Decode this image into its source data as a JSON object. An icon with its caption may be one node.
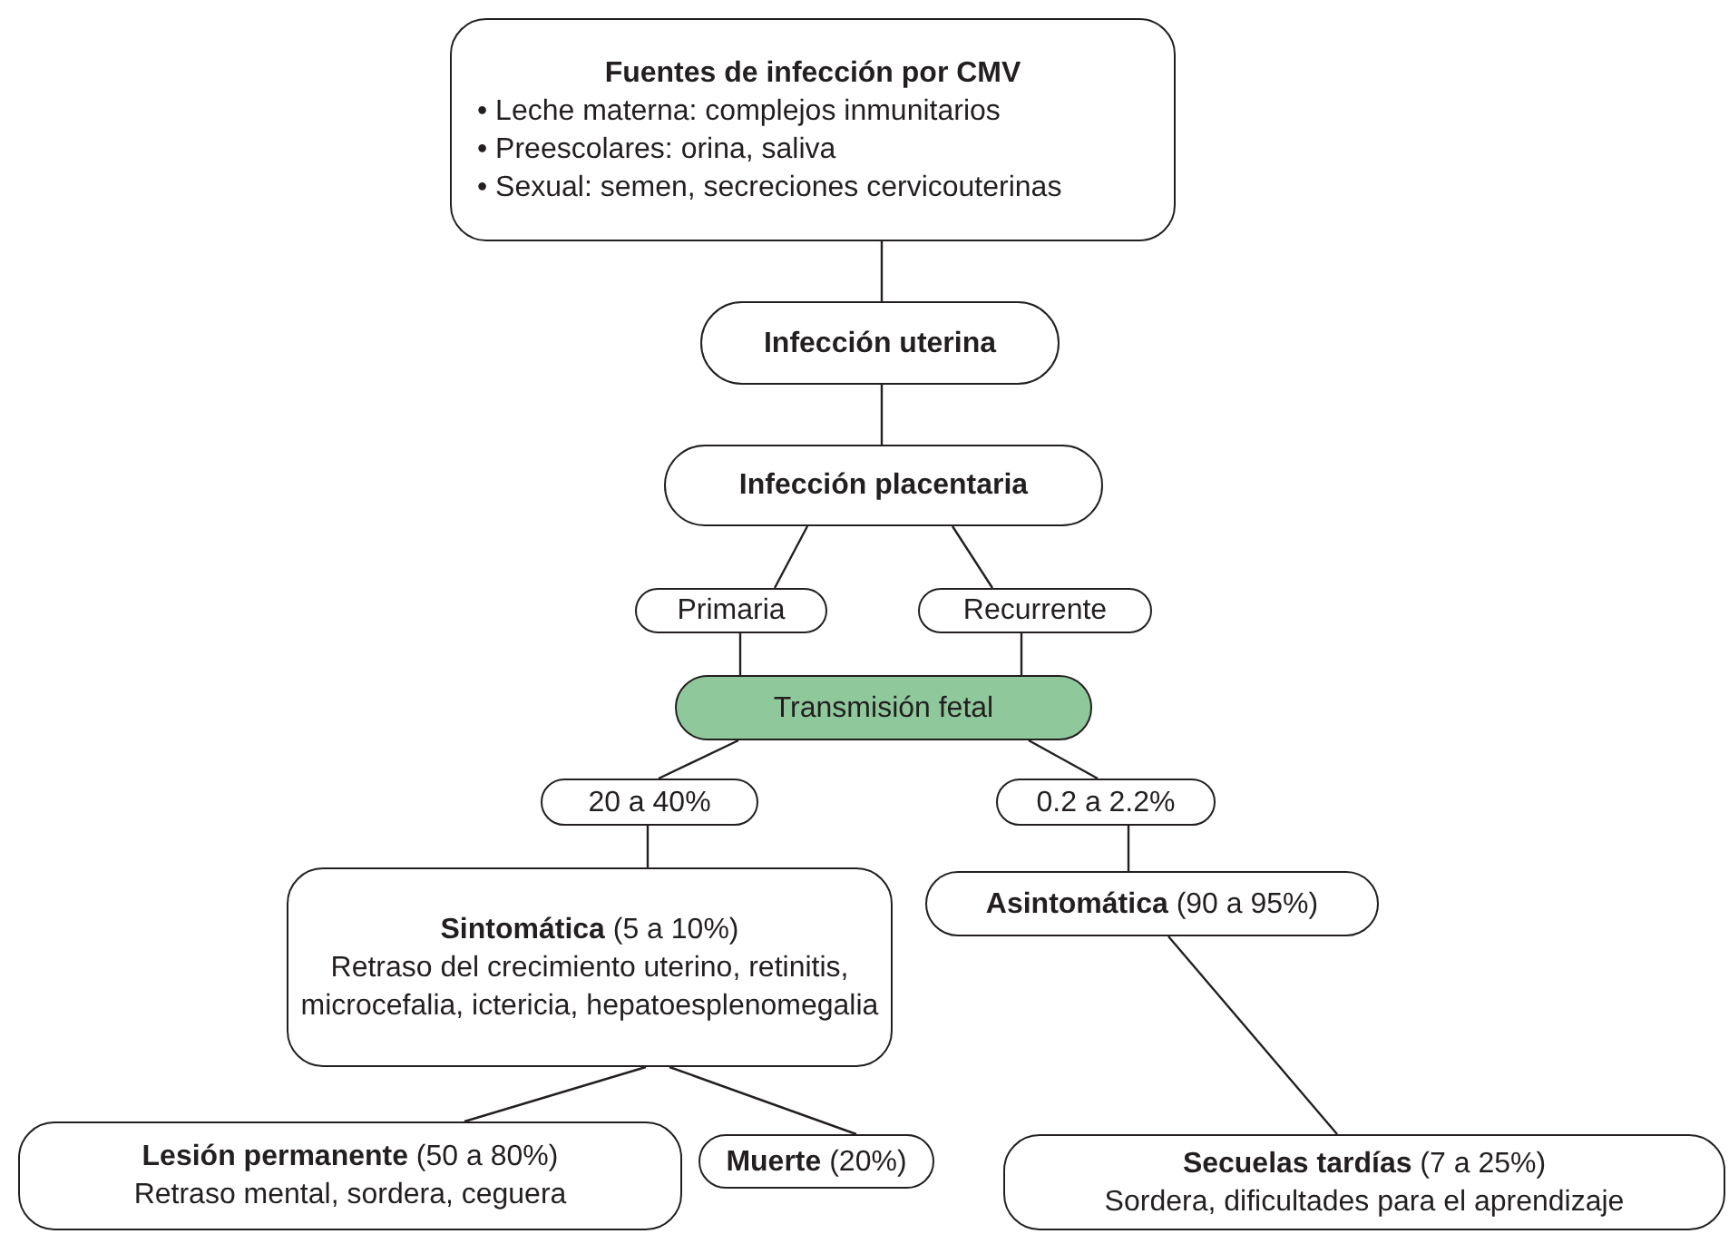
{
  "diagram": {
    "nodes": [
      {
        "text": [
          "Fuentes de infección por CMV",
          "• Leche materna: complejos inmunitarios",
          "• Preescolares: orina, saliva",
          "• Sexual: semen, secreciones cervicouterinas"
        ]
      },
      {
        "text": [
          "Infección uterina"
        ]
      },
      {
        "text": [
          "Infección placentaria"
        ]
      },
      {
        "text": [
          "Primaria"
        ]
      },
      {
        "text": [
          "Recurrente"
        ]
      },
      {
        "text": [
          "Transmisión fetal"
        ]
      },
      {
        "text": [
          "20 a 40%"
        ]
      },
      {
        "text": [
          "0.2 a 2.2%"
        ]
      },
      {
        "text": [
          "**Sintomática** (5 a 10%)",
          "Retraso del crecimiento uterino, retinitis, microcefalia, ictericia, hepatoesplenomegalia"
        ]
      },
      {
        "text": [
          "**Asintomática** (90 a 95%)"
        ]
      },
      {
        "text": [
          "**Lesión permanente** (50 a 80%)",
          "Retraso mental, sordera, ceguera"
        ]
      },
      {
        "text": [
          "**Muerte** (20%)"
        ]
      },
      {
        "text": [
          "**Secuelas tardías** (7 a 25%)",
          "Sordera, dificultades para el aprendizaje"
        ]
      }
    ],
    "edges": [
      {
        "from": 0,
        "to": 1,
        "arrow": "none"
      },
      {
        "from": 1,
        "to": 2,
        "arrow": "none"
      },
      {
        "from": 2,
        "to": 3,
        "arrow": "none"
      },
      {
        "from": 2,
        "to": 4,
        "arrow": "none"
      },
      {
        "from": 3,
        "to": 5,
        "arrow": "none"
      },
      {
        "from": 4,
        "to": 5,
        "arrow": "none"
      },
      {
        "from": 5,
        "to": 6,
        "arrow": "none"
      },
      {
        "from": 5,
        "to": 7,
        "arrow": "none"
      },
      {
        "from": 6,
        "to": 8,
        "arrow": "none"
      },
      {
        "from": 7,
        "to": 9,
        "arrow": "none"
      },
      {
        "from": 8,
        "to": 10,
        "arrow": "none"
      },
      {
        "from": 8,
        "to": 11,
        "arrow": "none"
      },
      {
        "from": 9,
        "to": 12,
        "arrow": "none"
      }
    ]
  }
}
